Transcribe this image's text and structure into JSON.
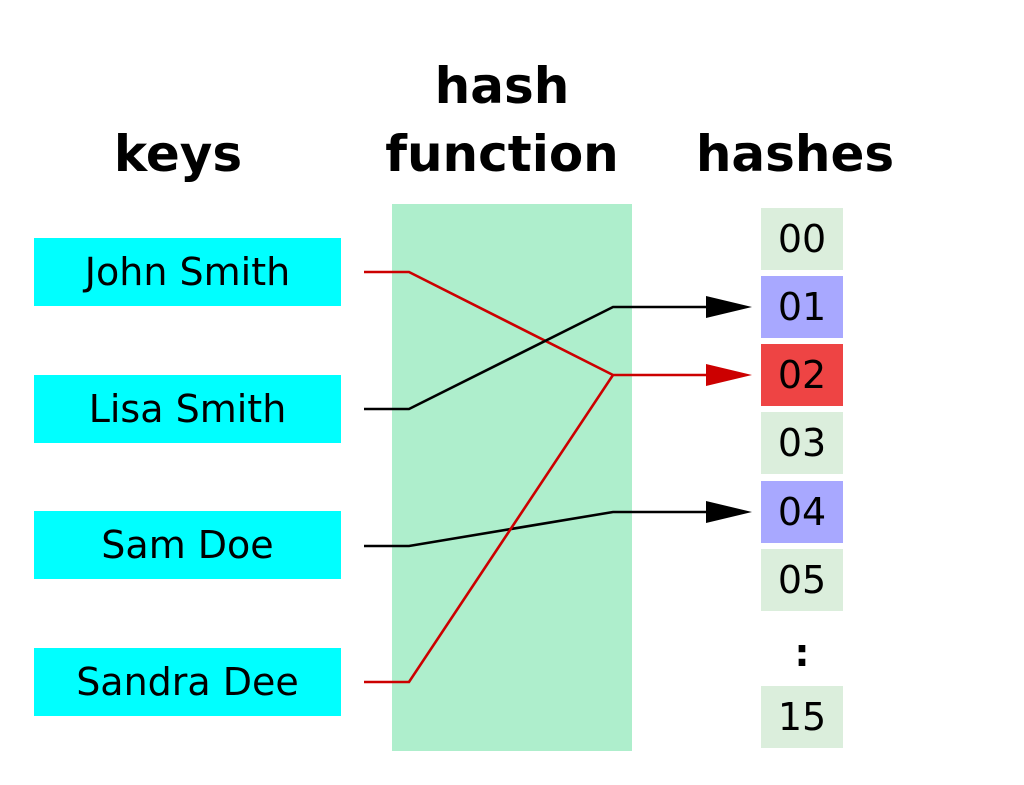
{
  "headings": {
    "keys": "keys",
    "hash_function_line1": "hash",
    "hash_function_line2": "function",
    "hashes": "hashes"
  },
  "keys": [
    "John Smith",
    "Lisa Smith",
    "Sam Doe",
    "Sandra Dee"
  ],
  "hashes": [
    "00",
    "01",
    "02",
    "03",
    "04",
    "05"
  ],
  "hash_ellipsis": ":",
  "hash_last": "15",
  "mappings": [
    {
      "key": "John Smith",
      "hash": "02",
      "color": "#cc0000"
    },
    {
      "key": "Lisa Smith",
      "hash": "01",
      "color": "#000000"
    },
    {
      "key": "Sam Doe",
      "hash": "04",
      "color": "#000000"
    },
    {
      "key": "Sandra Dee",
      "hash": "02",
      "color": "#cc0000"
    }
  ],
  "colors": {
    "key_box": "#00ffff",
    "hash_function_box": "#aeeecc",
    "hash_cell_empty": "#dbeedc",
    "hash_cell_used": "#a8a8ff",
    "hash_cell_collision": "#ee4444",
    "collision_line": "#cc0000",
    "normal_line": "#000000"
  }
}
